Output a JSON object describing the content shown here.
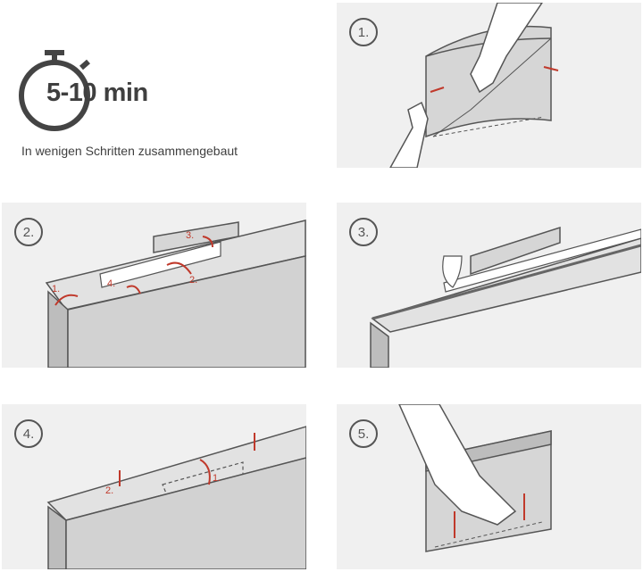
{
  "intro": {
    "time_label": "5-10 min",
    "tagline": "In wenigen Schritten zusammengebaut",
    "icon": "stopwatch-icon"
  },
  "steps": [
    {
      "number": "1.",
      "sub_labels": []
    },
    {
      "number": "2.",
      "sub_labels": [
        "1.",
        "2.",
        "3.",
        "4."
      ]
    },
    {
      "number": "3.",
      "sub_labels": []
    },
    {
      "number": "4.",
      "sub_labels": [
        "1.",
        "2."
      ]
    },
    {
      "number": "5.",
      "sub_labels": []
    }
  ],
  "colors": {
    "panel_bg": "#f0f0f0",
    "line": "#555555",
    "board_gray": "#bdbdbd",
    "arrow_red": "#c0392b"
  }
}
